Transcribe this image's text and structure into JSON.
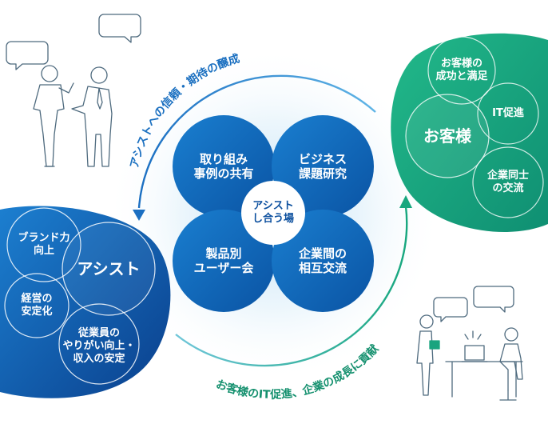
{
  "center": {
    "hub": "アシスト\nし合う場",
    "quad_tl": "取り組み\n事例の共有",
    "quad_tr": "ビジネス\n課題研究",
    "quad_bl": "製品別\nユーザー会",
    "quad_br": "企業間の\n相互交流"
  },
  "arc_top": "アシストへの信頼・期待の醸成",
  "arc_bottom": "お客様のIT促進、企業の成長に貢献",
  "customer": {
    "title": "お客様",
    "c1": "お客様の\n成功と満足",
    "c2": "IT促進",
    "c3": "企業同士\nの交流"
  },
  "assist": {
    "title": "アシスト",
    "c1": "ブランド力\n向上",
    "c2": "経営の\n安定化",
    "c3": "従業員の\nやりがい向上・\n収入の安定"
  },
  "colors": {
    "blue_dark": "#0b4f9e",
    "blue_mid": "#1a6fc0",
    "teal": "#1aa47f",
    "line_arc": "#2a8fd1",
    "figure_line": "#4e6a7e"
  }
}
